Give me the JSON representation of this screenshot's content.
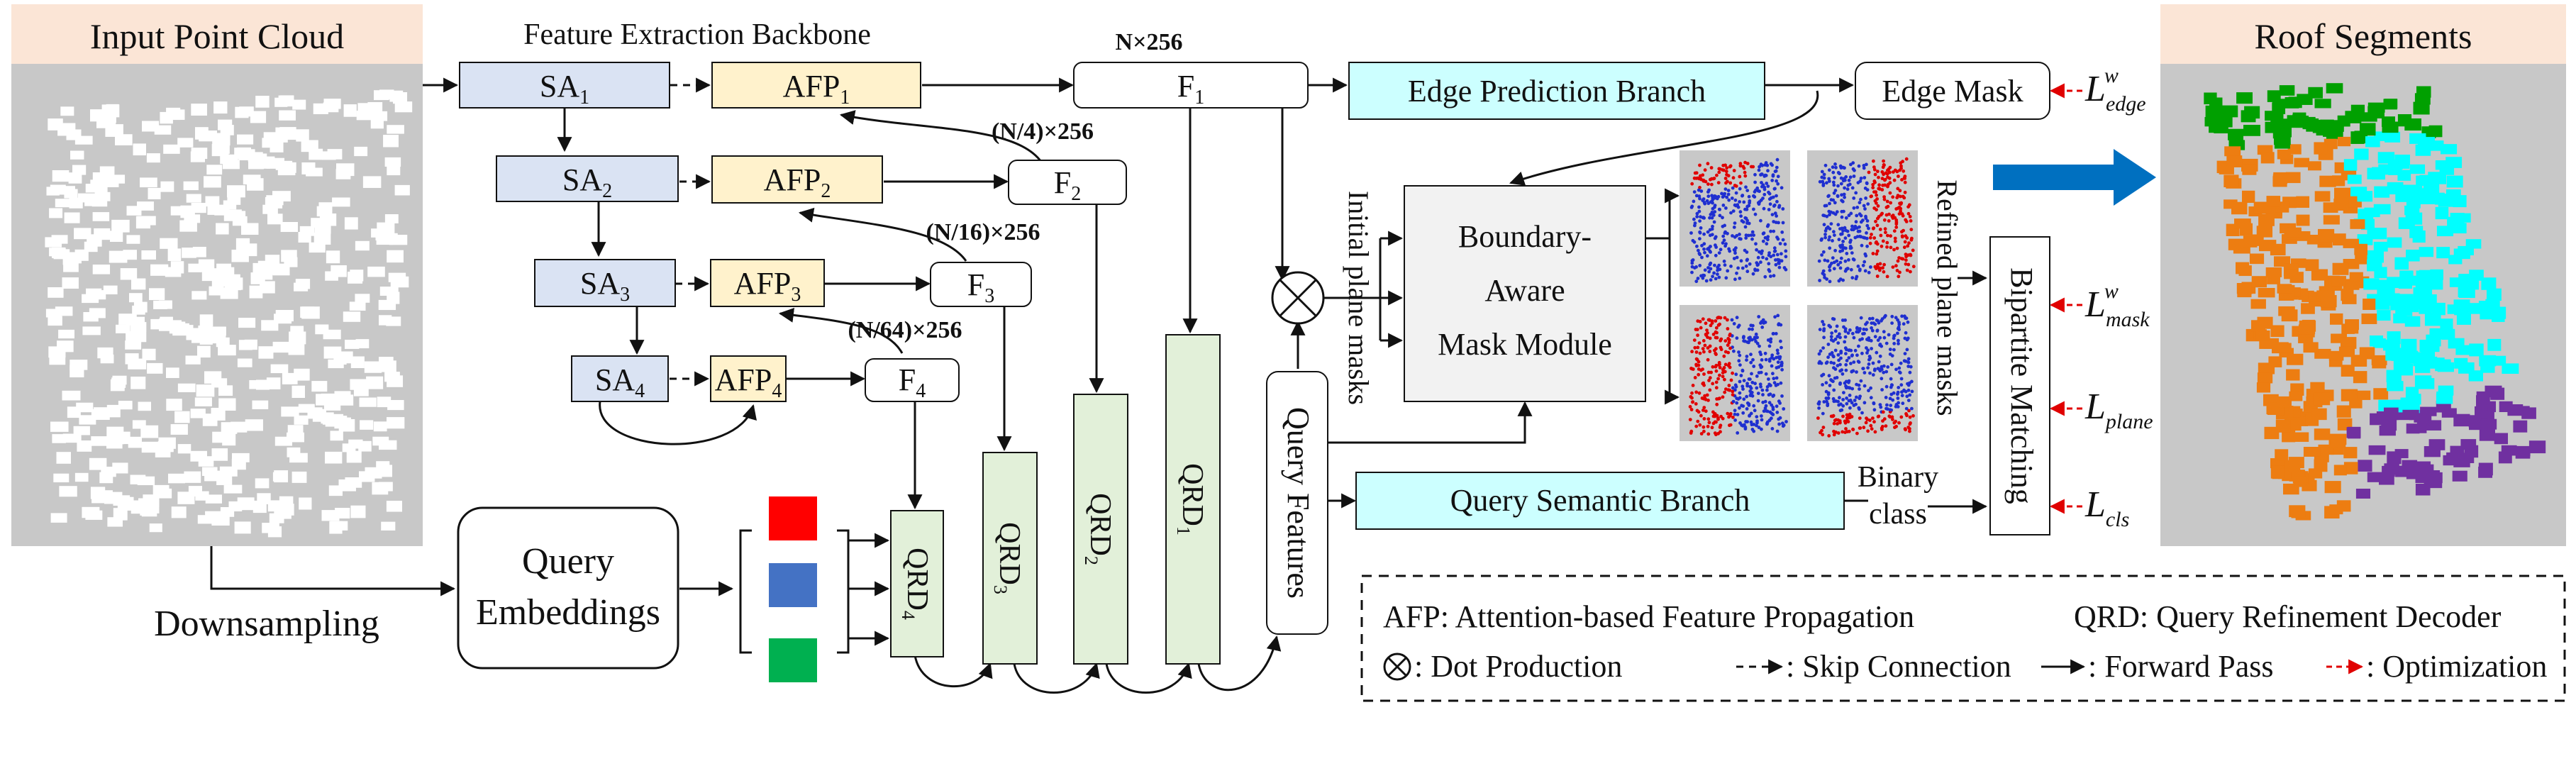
{
  "panels": {
    "input_title": "Input Point Cloud",
    "output_title": "Roof Segments",
    "downsampling": "Downsampling"
  },
  "backbone": {
    "title": "Feature Extraction Backbone",
    "sa_base": "SA",
    "afp_base": "AFP",
    "f_base": "F",
    "dims": [
      "N×256",
      "(N/4)×256",
      "(N/16)×256",
      "(N/64)×256"
    ],
    "subscripts": [
      "1",
      "2",
      "3",
      "4"
    ]
  },
  "query": {
    "embeddings_line1": "Query",
    "embeddings_line2": "Embeddings",
    "qrd_base": "QRD",
    "features": "Query Features",
    "colors": [
      "#ff0000",
      "#4472c4",
      "#00b050"
    ]
  },
  "branches": {
    "edge_prediction": "Edge Prediction Branch",
    "edge_mask": "Edge Mask",
    "semantic": "Query Semantic Branch",
    "binary_class": [
      "Binary",
      "class"
    ]
  },
  "mask_module": {
    "line1": "Boundary-",
    "line2": "Aware",
    "line3": "Mask  Module",
    "initial_masks": "Initial plane masks",
    "refined_masks": "Refined plane masks"
  },
  "matching": {
    "label": "Bipartite Matching",
    "losses": [
      {
        "base": "L",
        "sup": "w",
        "sub": "edge"
      },
      {
        "base": "L",
        "sup": "w",
        "sub": "mask"
      },
      {
        "base": "L",
        "sup": "",
        "sub": "plane"
      },
      {
        "base": "L",
        "sup": "",
        "sub": "cls"
      }
    ]
  },
  "legend": {
    "afp": "AFP: Attention-based Feature Propagation",
    "qrd": "QRD: Query Refinement Decoder",
    "dot": ": Dot Production",
    "skip": ": Skip Connection",
    "forward": ": Forward Pass",
    "opt": ": Optimization"
  },
  "colors": {
    "sa_fill": "#dae3f3",
    "afp_fill": "#fff2cc",
    "qrd_fill": "#e2f0d9",
    "branch_fill": "#ccffff",
    "panel_bg": "#c8c8c8",
    "panel_header": "#fbe5d6",
    "arrow_blue": "#0070c0",
    "opt_red": "#e00000",
    "seg_green": "#00a000",
    "seg_orange": "#ed7d11",
    "seg_cyan": "#00ffff",
    "seg_purple": "#7030a0"
  }
}
